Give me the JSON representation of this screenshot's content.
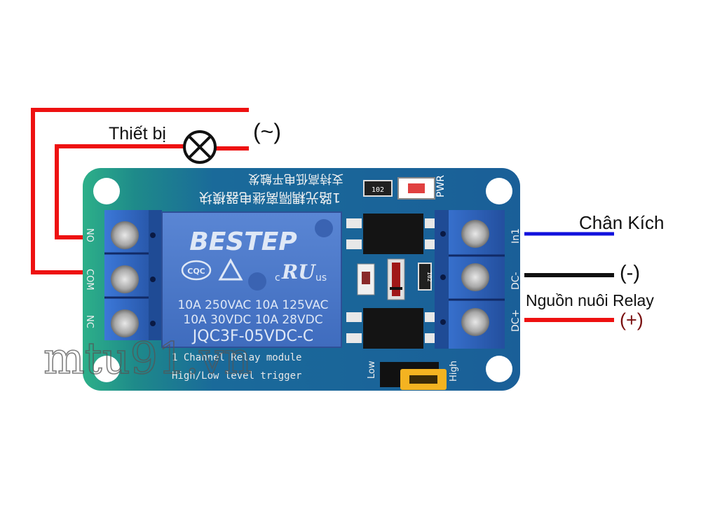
{
  "labels": {
    "device": "Thiết bị",
    "ac_source": "(~)",
    "trigger_pin": "Chân Kích",
    "neg": "(-)",
    "relay_supply": "Nguồn nuôi Relay",
    "pos": "(+)"
  },
  "board": {
    "relay_brand": "BESTEP",
    "relay_cert_cqc": "CQC",
    "relay_cert_c": "c",
    "relay_cert_us": "us",
    "relay_spec_line1": "10A 250VAC  10A 125VAC",
    "relay_spec_line2": "10A   30VDC  10A   28VDC",
    "relay_model": "JQC3F-05VDC-C",
    "silk_line1": "1 Channel Relay module",
    "silk_line2": "High/Low level trigger",
    "silk_cn_line1": "1路光耦隔离继电器模块",
    "silk_cn_line2": "支持高低电平触发",
    "pin_no": "NO",
    "pin_com": "COM",
    "pin_nc": "NC",
    "pin_in1": "In1",
    "pin_dcneg": "DC-",
    "pin_dcpos": "DC+",
    "led_pwr": "PWR",
    "jumper_low": "Low",
    "jumper_high": "High",
    "resistor_1": "102",
    "resistor_2": "102"
  },
  "watermark": "mtu91.vn",
  "colors": {
    "board": "#1a6a9a",
    "board_green_edge": "#2db089",
    "relay_blue": "#4a78c8",
    "terminal_blue": "#2f64c4",
    "wire_red": "#ee1111",
    "wire_blue": "#1111dd",
    "wire_black": "#111111",
    "plus_color": "#7a1010"
  }
}
